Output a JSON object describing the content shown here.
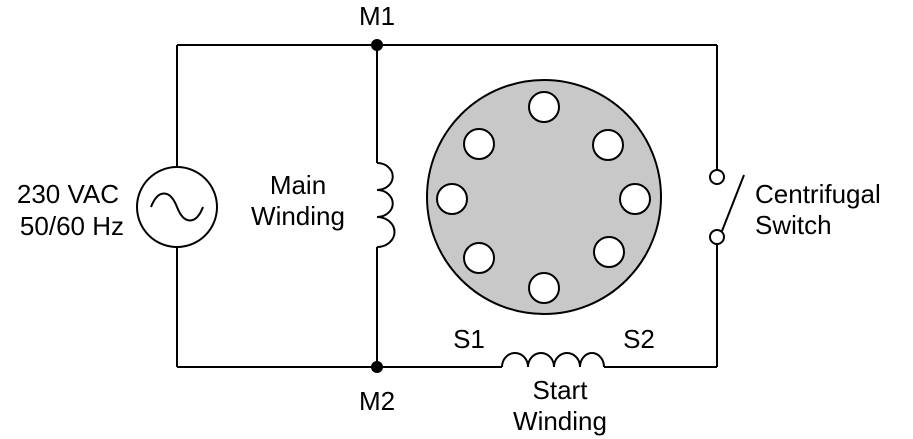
{
  "nodes": {
    "m1": "M1",
    "m2": "M2",
    "s1": "S1",
    "s2": "S2"
  },
  "source": {
    "voltage": "230 VAC",
    "frequency": "50/60 Hz"
  },
  "main_winding": {
    "line1": "Main",
    "line2": "Winding"
  },
  "start_winding": {
    "line1": "Start",
    "line2": "Winding"
  },
  "switch": {
    "line1": "Centrifugal",
    "line2": "Switch"
  },
  "colors": {
    "wire": "#000000",
    "rotor_fill": "#c8c8c8",
    "rotor_hole": "#ffffff"
  }
}
